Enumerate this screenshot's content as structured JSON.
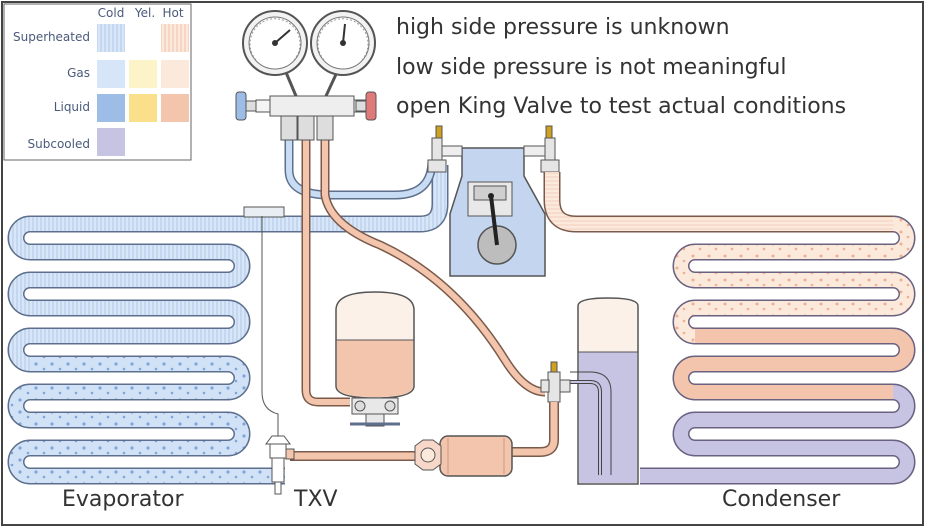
{
  "legend": {
    "columns": [
      "Cold",
      "Yel.",
      "Hot"
    ],
    "rows": [
      "Superheated",
      "Gas",
      "Liquid",
      "Subcooled"
    ]
  },
  "notes": [
    "high side pressure is unknown",
    "low side pressure is not meaningful",
    "open King Valve to test actual conditions"
  ],
  "labels": {
    "evaporator": "Evaporator",
    "txv": "TXV",
    "condenser": "Condenser"
  },
  "colors": {
    "cold_gas": "#d2e2f6",
    "cold_liquid": "#9dbde6",
    "hot_gas": "#fbe9dc",
    "hot_liquid": "#f4c5ad",
    "yellow_gas": "#fcf4c8",
    "yellow_liquid": "#fbe08c",
    "subcooled": "#c7c3e3",
    "outline": "#555555"
  },
  "icons": [
    "pressure-gauge-icon",
    "service-valve-icon",
    "compressor-icon",
    "receiver-icon",
    "filter-drier-icon",
    "txv-icon",
    "king-valve-icon"
  ]
}
